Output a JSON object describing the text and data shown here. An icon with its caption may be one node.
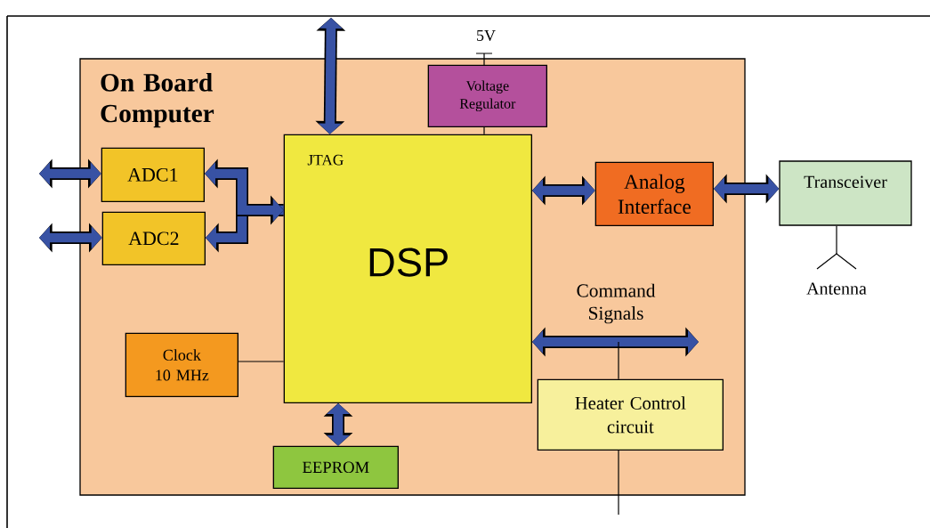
{
  "diagram": {
    "nodes": [
      {
        "text": [
          "On Board Computer"
        ]
      },
      {
        "text": [
          "JTAG",
          "DSP"
        ],
        "in": 0
      },
      {
        "text": [
          "Voltage Regulator"
        ],
        "in": 0
      },
      {
        "text": [
          "ADC1"
        ],
        "in": 0
      },
      {
        "text": [
          "ADC2"
        ],
        "in": 0
      },
      {
        "text": [
          "Analog Interface"
        ],
        "in": 0
      },
      {
        "text": [
          "Clock 10 MHz"
        ],
        "in": 0
      },
      {
        "text": [
          "EEPROM"
        ],
        "in": 0
      },
      {
        "text": [
          "Heater Control circuit"
        ],
        "in": 0
      },
      {
        "text": [
          "Transceiver"
        ]
      },
      {
        "text": [
          "Antenna"
        ]
      }
    ],
    "edges": [
      {
        "from": 1,
        "to": null,
        "arrow": "both"
      },
      {
        "from": 2,
        "to": 1,
        "arrow": "none",
        "color": "#000000"
      },
      {
        "from": null,
        "to": 3,
        "arrow": "both"
      },
      {
        "from": null,
        "to": 4,
        "arrow": "both"
      },
      {
        "from": 3,
        "to": 1,
        "arrow": "both"
      },
      {
        "from": 1,
        "to": 4,
        "arrow": "to"
      },
      {
        "from": 1,
        "to": 5,
        "arrow": "both"
      },
      {
        "from": 5,
        "to": 9,
        "arrow": "both"
      },
      {
        "from": 6,
        "to": 1,
        "arrow": "none",
        "color": "#000000"
      },
      {
        "from": 1,
        "to": 7,
        "arrow": "both"
      },
      {
        "from": 1,
        "to": null,
        "arrow": "both",
        "label": "Command Signals"
      },
      {
        "from": 8,
        "to": null,
        "arrow": "none",
        "color": "#000000"
      },
      {
        "from": 8,
        "to": null,
        "arrow": "none",
        "color": "#000000"
      },
      {
        "from": 9,
        "to": 10,
        "arrow": "none",
        "color": "#000000"
      }
    ],
    "labels": [
      "5V"
    ]
  }
}
